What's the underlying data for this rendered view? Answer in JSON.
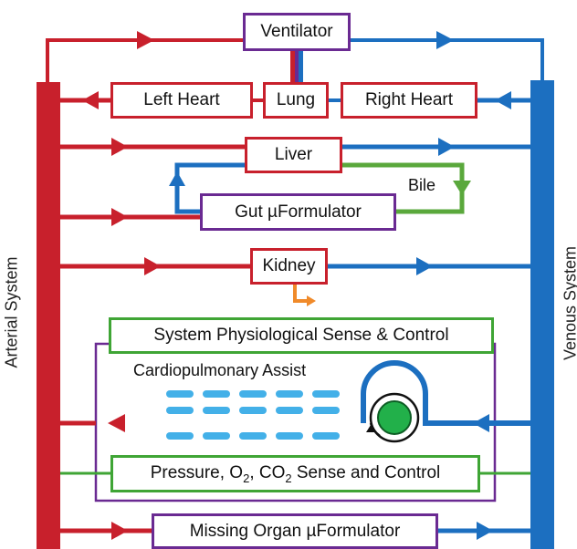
{
  "side_labels": {
    "arterial": "Arterial System",
    "venous": "Venous System"
  },
  "boxes": {
    "ventilator": "Ventilator",
    "left_heart": "Left Heart",
    "lung": "Lung",
    "right_heart": "Right Heart",
    "liver": "Liver",
    "gut": "Gut µFormulator",
    "kidney": "Kidney",
    "sense_control": "System Physiological Sense & Control",
    "pressure_prefix": "Pressure, O",
    "pressure_sub1": "2",
    "pressure_mid": ", CO",
    "pressure_sub2": "2",
    "pressure_suffix": " Sense and Control",
    "missing_organ": "Missing Organ µFormulator"
  },
  "labels": {
    "bile": "Bile",
    "cardiopulmonary": "Cardiopulmonary Assist"
  },
  "colors": {
    "arterial": "#c8202c",
    "venous": "#1c6fc0",
    "organ_box": "#c8202c",
    "formulator_box": "#6a2a92",
    "control_box": "#3fa535",
    "bile": "#5aa83c",
    "urine": "#f08a2a",
    "oxygenator_dash": "#43b0e8",
    "pump_rotor": "#22b04a"
  },
  "icons": {
    "flow_arrow": "triangle-arrow-icon",
    "pump": "rotary-pump-icon",
    "urine_outlet": "bent-arrow-icon"
  }
}
